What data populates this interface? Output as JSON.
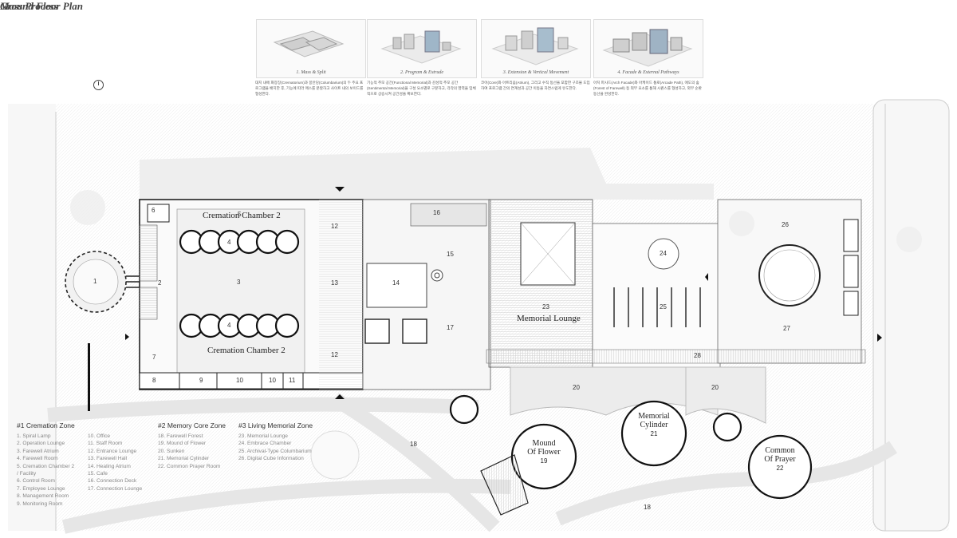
{
  "headings": {
    "mass": "Mass Process",
    "plan": "Ground Floor Plan"
  },
  "mass_steps": [
    {
      "caption": "1. Mass & Split",
      "desc": "대지 내에 화장장(Crematorium)과 봉안당(Columbarium)의 두 주요 프로그램을 배치한 후, 기능에 따라 매스를 분할하고 사이트 내의 보이드를 형성한다."
    },
    {
      "caption": "2. Program & Extrude",
      "desc": "기능적 추모 공간(Functional Memorial)과 감성적 추모 공간(Sentimental Memorial)을 구성 요소별로 구분하고, 각각의 영역을 입체적으로 상승시켜 공간성을 확보한다."
    },
    {
      "caption": "3. Extension & Vertical Movement",
      "desc": "코어(Core)와 아트리움(Atrium), 그리고 수직 동선을 포함한 구조물 도입하여 프로그램 간의 연계성과 공간 이동을 자연스럽게 유도한다."
    },
    {
      "caption": "4. Facade & External Pathways",
      "desc": "아치 파사드(Arch Facade)와 아케이드 통로(Arcade Path), 애도의 숲(Forest of Farewell) 등 외부 요소를 통해 시퀀스를 형성하고, 외부 순환 동선을 완성한다."
    }
  ],
  "plan_labels": {
    "n1": "1",
    "n2": "2",
    "n3": "3",
    "n4a": "4",
    "n4b": "4",
    "n5": "5",
    "n6": "6",
    "n7": "7",
    "n8": "8",
    "n9": "9",
    "n10a": "10",
    "n10b": "10",
    "n11": "11",
    "n12a": "12",
    "n12b": "12",
    "n13": "13",
    "n14": "14",
    "n15": "15",
    "n16": "16",
    "n17": "17",
    "n18a": "18",
    "n18b": "18",
    "n20a": "20",
    "n20b": "20",
    "n23": "23",
    "n24": "24",
    "n25": "25",
    "n26": "26",
    "n27": "27",
    "n28": "28",
    "chamber_top": "Cremation Chamber 2",
    "chamber_bottom": "Cremation Chamber 2",
    "memorial_lounge": "Memorial Lounge",
    "mound": "Mound\nOf Flower",
    "mound_n": "19",
    "cylinder": "Memorial\nCylinder",
    "cylinder_n": "21",
    "prayer": "Common\nOf Prayer",
    "prayer_n": "22"
  },
  "legend": {
    "zone1": {
      "title": "#1 Cremation Zone",
      "col1": [
        "1. Spiral Lamp",
        "2. Operation Lounge",
        "3. Farewell Atrium",
        "4. Farewell Room",
        "5. Cremation Chamber 2",
        "/ Facility",
        "6. Control Room",
        "7. Employee Lounge",
        "8. Management Room",
        "9. Monitoring Room"
      ],
      "col2": [
        "10. Office",
        "11. Staff Room",
        "12. Entrance Lounge",
        "13. Farewell Hall",
        "14. Healing Atrium",
        "15. Cafe",
        "16. Connection Deck",
        "17. Connection Lounge"
      ]
    },
    "zone2": {
      "title": "#2 Memory Core Zone",
      "items": [
        "18. Farewell Forest",
        "19. Mound of Flower",
        "20. Sunken",
        "21. Memorial Cylinder",
        "22. Common Prayer Room"
      ]
    },
    "zone3": {
      "title": "#3 Living Memorial Zone",
      "items": [
        "23. Memorial Lounge",
        "24. Embrace Chamber",
        "25. Archival-Type Columbarium",
        "26. Digital Cube Information"
      ]
    }
  },
  "colors": {
    "wall": "#222222",
    "hatch": "#dddddd",
    "ground": "#f4f4f4",
    "line": "#999999"
  }
}
